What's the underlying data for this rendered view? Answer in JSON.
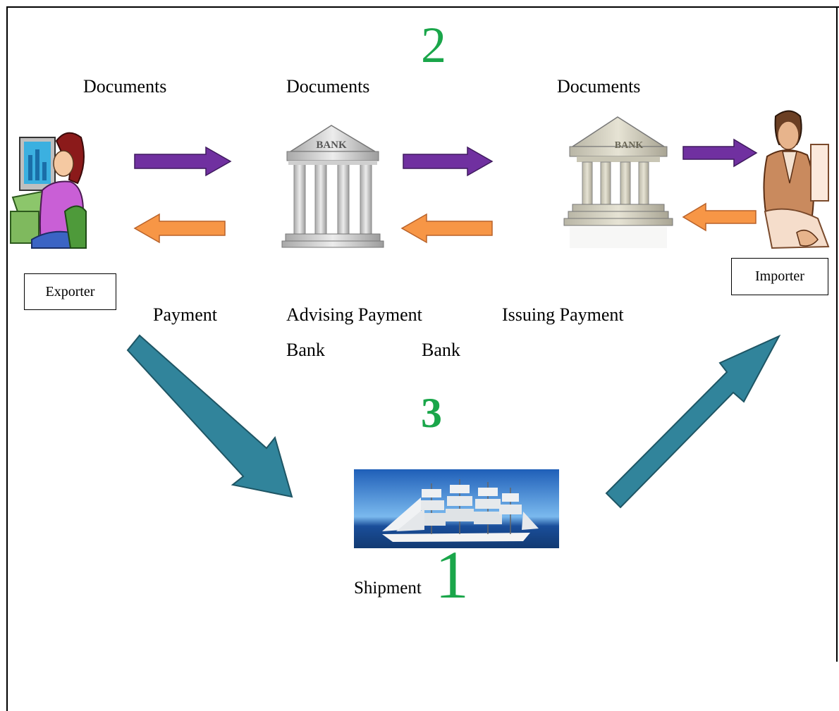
{
  "labels": {
    "documents_1": "Documents",
    "documents_2": "Documents",
    "documents_3": "Documents",
    "payment": "Payment",
    "advising_payment": "Advising Payment",
    "advising_bank": "Bank",
    "advising_bank_2": "Bank",
    "issuing_payment": "Issuing Payment",
    "shipment": "Shipment"
  },
  "steps": {
    "step_2": "2",
    "step_3": "3",
    "step_1": "1"
  },
  "boxes": {
    "exporter": "Exporter",
    "importer": "Importer"
  },
  "icons": {
    "bank_1_sign": "BANK",
    "bank_2_sign": "BANK"
  },
  "colors": {
    "documents_arrow": "#7030a0",
    "payment_arrow": "#f79646",
    "shipment_arrow": "#31849b",
    "step_number": "#1aa64a"
  }
}
